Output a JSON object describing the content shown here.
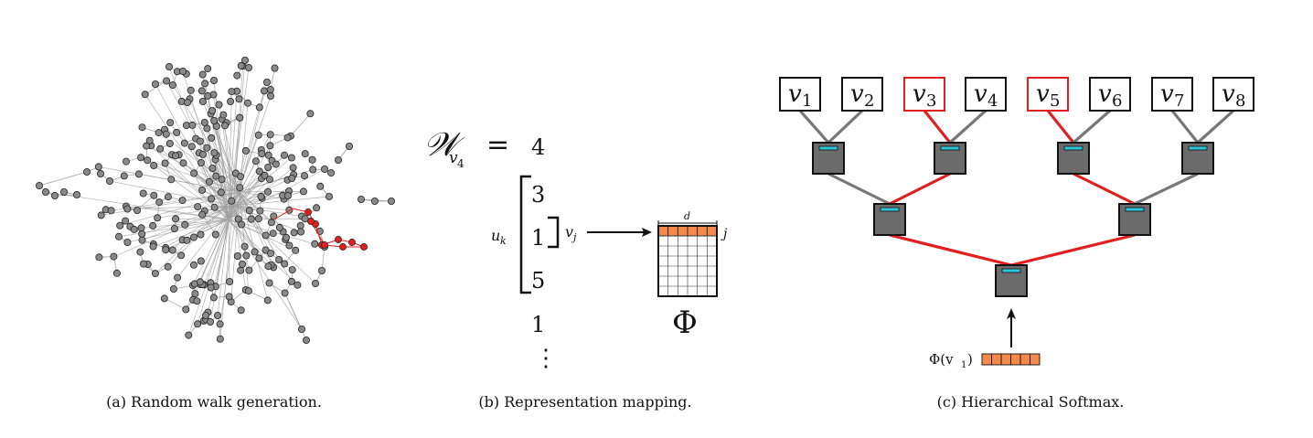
{
  "panels": {
    "a": {
      "caption": "(a) Random walk generation."
    },
    "b": {
      "caption": "(b) Representation mapping.",
      "walk_symbol": "𝒲",
      "walk_subscript": "v",
      "walk_subscript_index": "4",
      "equals": "=",
      "walk_sequence": [
        "4",
        "3",
        "1",
        "5",
        "1"
      ],
      "ellipsis": "⋮",
      "window_label_main": "u",
      "window_label_sub": "k",
      "target_label_main": "v",
      "target_label_sub": "j",
      "row_label": "j",
      "dim_label": "d",
      "matrix_label": "Φ"
    },
    "c": {
      "caption": "(c) Hierarchical Softmax.",
      "leaves": [
        {
          "main": "v",
          "sub": "1",
          "highlight": false
        },
        {
          "main": "v",
          "sub": "2",
          "highlight": false
        },
        {
          "main": "v",
          "sub": "3",
          "highlight": true
        },
        {
          "main": "v",
          "sub": "4",
          "highlight": false
        },
        {
          "main": "v",
          "sub": "5",
          "highlight": true
        },
        {
          "main": "v",
          "sub": "6",
          "highlight": false
        },
        {
          "main": "v",
          "sub": "7",
          "highlight": false
        },
        {
          "main": "v",
          "sub": "8",
          "highlight": false
        }
      ],
      "input_label": "Φ(v",
      "input_label_sub": "1",
      "input_label_close": ")"
    }
  },
  "colors": {
    "node_fill": "#8a8a8a",
    "walk_red": "#e02020",
    "edge_gray": "#a0a0a0",
    "classifier_fill": "#6b6b6b",
    "classifier_stripe": "#2ec4d6",
    "embedding_orange": "#f4894a",
    "tree_gray": "#777777"
  }
}
